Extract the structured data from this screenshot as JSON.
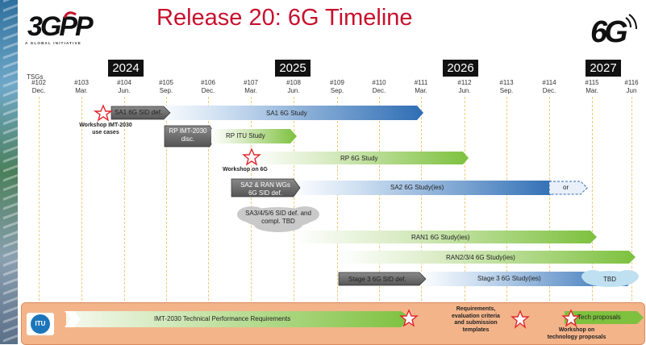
{
  "title": "Release 20: 6G Timeline",
  "logo_3gpp": {
    "text": "3GPP",
    "tagline": "A GLOBAL INITIATIVE"
  },
  "logo_6g": {
    "text": "6G"
  },
  "years": [
    "2024",
    "2025",
    "2026",
    "2027"
  ],
  "tsgs_label": "TSGs",
  "meetings": [
    {
      "num": "#102",
      "month": "Dec."
    },
    {
      "num": "#103",
      "month": "Mar."
    },
    {
      "num": "#104",
      "month": "Jun."
    },
    {
      "num": "#105",
      "month": "Sep."
    },
    {
      "num": "#106",
      "month": "Dec."
    },
    {
      "num": "#107",
      "month": "Mar."
    },
    {
      "num": "#108",
      "month": "Jun."
    },
    {
      "num": "#109",
      "month": "Sep."
    },
    {
      "num": "#110",
      "month": "Dec."
    },
    {
      "num": "#111",
      "month": "Mar."
    },
    {
      "num": "#112",
      "month": "Jun."
    },
    {
      "num": "#113",
      "month": "Sep."
    },
    {
      "num": "#114",
      "month": "Dec."
    },
    {
      "num": "#115",
      "month": "Mar."
    },
    {
      "num": "#116",
      "month": "Jun"
    }
  ],
  "items": {
    "sa1_sid": "SA1 6G SID def.",
    "sa1_study": "SA1 6G Study",
    "ws_imt_l1": "Workshop IMT-2030",
    "ws_imt_l2": "use cases",
    "rp_imt_l1": "RP IMT-2030",
    "rp_imt_l2": "disc.",
    "rp_itu_study": "RP ITU Study",
    "rp_6g_study": "RP 6G Study",
    "ws_6g": "Workshop on 6G",
    "sa2_sid_l1": "SA2 & RAN WGs",
    "sa2_sid_l2": "6G SID def.",
    "sa2_study": "SA2 6G Study(ies)",
    "or": "or",
    "sa3456_l1": "SA3/4/5/6 SID def. and",
    "sa3456_l2": "compl. TBD",
    "ran1_study": "RAN1 6G Study(ies)",
    "ran234_study": "RAN2/3/4 6G Study(ies)",
    "stage3_sid": "Stage 3 6G SID def.",
    "stage3_study": "Stage 3 6G Study(ies)",
    "tbd": "TBD",
    "imt_perf": "IMT-2030 Technical Performance Requirements",
    "req_l1": "Requirements,",
    "req_l2": "evaluation criteria",
    "req_l3": "and submission",
    "req_l4": "templates",
    "tech_proposals": "Tech proposals",
    "ws_tech_l1": "Workshop on",
    "ws_tech_l2": "technology proposals",
    "itu_logo": "ITU"
  },
  "colors": {
    "title": "#c8102e",
    "blue": "#2e6db4",
    "green": "#7dc13e",
    "gray_box": "#6e6e6e",
    "star": "#e3262d",
    "itu_band": "#f4b48a",
    "year_box": "#111111"
  }
}
